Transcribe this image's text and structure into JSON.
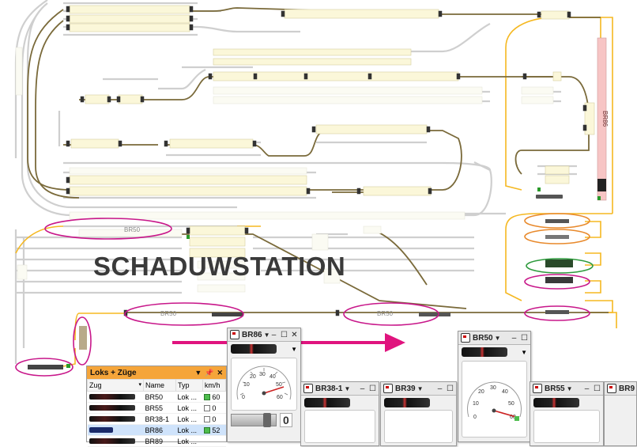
{
  "overlay": {
    "title": "SCHADUWSTATION"
  },
  "blocks": {
    "br86_vertical": "BR86",
    "br50_oval_top": "BR50",
    "br50_mid_left": "BR50",
    "br50_mid_right": "BR50"
  },
  "speed_windows": [
    {
      "id": "br86",
      "title": "BR86",
      "speed_value": "0",
      "gauge_ticks": [
        "0",
        "10",
        "20",
        "30",
        "40",
        "50",
        "60"
      ]
    },
    {
      "id": "br50",
      "title": "BR50",
      "gauge_ticks": [
        "0",
        "10",
        "20",
        "30",
        "40",
        "50",
        "60"
      ]
    },
    {
      "id": "br38",
      "title": "BR38-1"
    },
    {
      "id": "br39",
      "title": "BR39"
    },
    {
      "id": "br55",
      "title": "BR55"
    },
    {
      "id": "br9",
      "title": "BR9"
    }
  ],
  "loks_panel": {
    "title": "Loks + Züge",
    "columns": [
      "Zug",
      "Name",
      "Typ",
      "km/h"
    ],
    "rows": [
      {
        "name": "BR50",
        "typ": "Lok ...",
        "kmh": "60",
        "active": true
      },
      {
        "name": "BR55",
        "typ": "Lok ...",
        "kmh": "0",
        "active": false
      },
      {
        "name": "BR38-1",
        "typ": "Lok ...",
        "kmh": "0",
        "active": false
      },
      {
        "name": "BR86",
        "typ": "Lok ...",
        "kmh": "52",
        "active": true,
        "selected": true
      },
      {
        "name": "BR89",
        "typ": "Lok ...",
        "kmh": "",
        "active": false
      }
    ]
  },
  "colors": {
    "track_active": "#7a6a3a",
    "track_inactive": "#cfcfcf",
    "track_yellow": "#f5b821",
    "oval_magenta": "#c8178a",
    "oval_orange": "#e8892b",
    "oval_green": "#2d9a3c",
    "arrow": "#e0147e",
    "panel_header": "#f5a53a"
  }
}
